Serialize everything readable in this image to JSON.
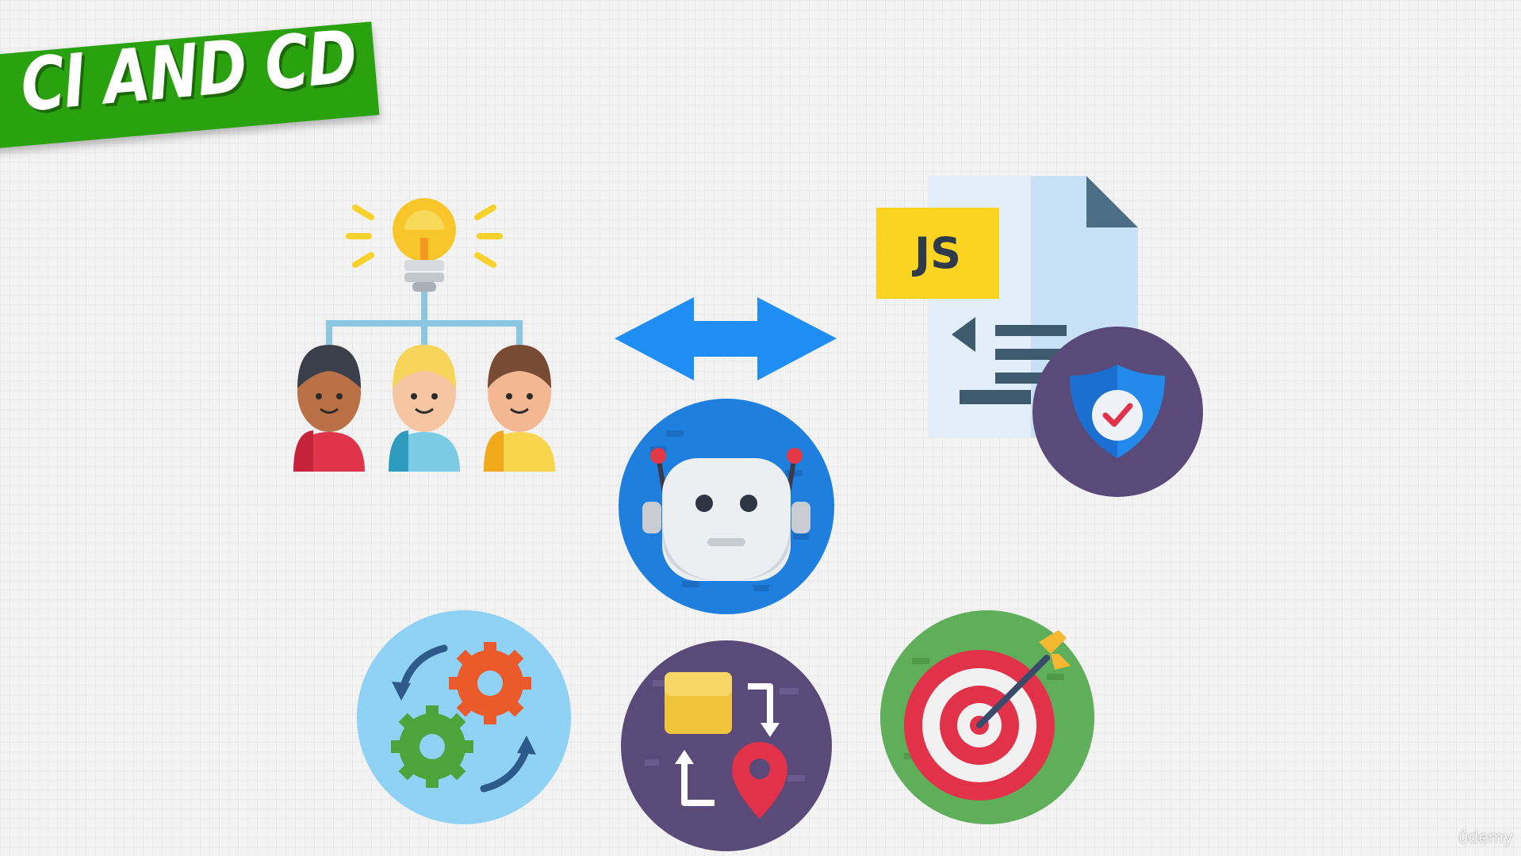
{
  "banner": {
    "title": "CI AND CD"
  },
  "document": {
    "badge": "JS"
  },
  "watermark": {
    "brand": "ûdemy"
  },
  "icons": {
    "team": "team-idea-icon",
    "arrow": "double-arrow-icon",
    "document": "javascript-document-icon",
    "shield": "security-shield-icon",
    "robot": "robot-icon",
    "gears": "automation-gears-icon",
    "workflow": "delivery-workflow-icon",
    "target": "target-icon"
  },
  "colors": {
    "banner": "#2aa10f",
    "arrow": "#1f8ef4",
    "js_badge": "#fbd321",
    "robot_bg": "#1f7fde",
    "shield_bg": "#5a4a7a",
    "gears_bg": "#8fd2f6",
    "workflow_bg": "#5a4a7a",
    "target_bg": "#5fae5a"
  }
}
